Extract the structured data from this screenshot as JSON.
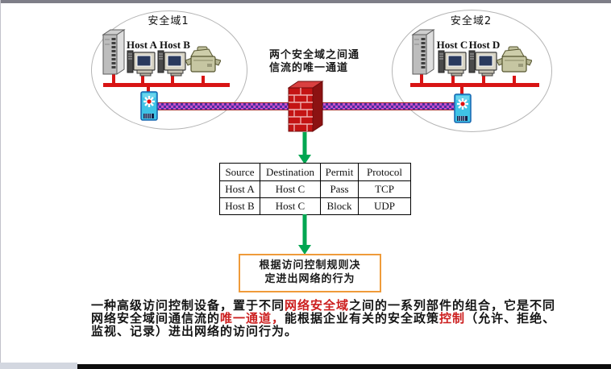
{
  "colors": {
    "bus_red": "#d81414",
    "cable_magenta": "#c94ec9",
    "cable_purple": "#4b2fa0",
    "arrow_green": "#00a651",
    "result_box_border": "#ef9b3a",
    "highlight_red": "#cc1f1f",
    "firewall_brick": "#c41414",
    "top_bar_gray": "#7e7e88",
    "bottom_bar_black": "#0d0d0d"
  },
  "icons": {
    "server": "server-tower",
    "workstation": "desktop-computer",
    "printer": "printer",
    "switch": "network-switch",
    "firewall": "brick-wall-firewall",
    "down_arrow": "green-down-arrow"
  },
  "left_domain": {
    "label": "安全域1",
    "hosts": [
      "Host A",
      "Host B"
    ]
  },
  "right_domain": {
    "label": "安全域2",
    "hosts": [
      "Host C",
      "Host D"
    ]
  },
  "firewall_caption": {
    "lines": [
      "两个安全域之间通",
      "信流的唯一通道"
    ]
  },
  "acl_table": {
    "headers": [
      "Source",
      "Destination",
      "Permit",
      "Protocol"
    ],
    "rows": [
      [
        "Host A",
        "Host C",
        "Pass",
        "TCP"
      ],
      [
        "Host B",
        "Host C",
        "Block",
        "UDP"
      ]
    ]
  },
  "result_box": {
    "lines": [
      "根据访问控制规则决",
      "定进出网络的行为"
    ]
  },
  "description": {
    "lines": [
      {
        "segments": [
          {
            "text": "一种高级访问控制设备，置于不同",
            "highlight": false
          },
          {
            "text": "网络安全域",
            "highlight": true
          },
          {
            "text": "之间的一系列部件的组合，它是不同",
            "highlight": false
          }
        ]
      },
      {
        "segments": [
          {
            "text": "网络安全域间通信流的",
            "highlight": false
          },
          {
            "text": "唯一通道，",
            "highlight": true
          },
          {
            "text": "能根据企业有关的安全政策",
            "highlight": false
          },
          {
            "text": "控制",
            "highlight": true
          },
          {
            "text": "（允许、拒绝、",
            "highlight": false
          }
        ]
      },
      {
        "segments": [
          {
            "text": "监视、记录）进出网络的访问行为。",
            "highlight": false
          }
        ]
      }
    ]
  }
}
